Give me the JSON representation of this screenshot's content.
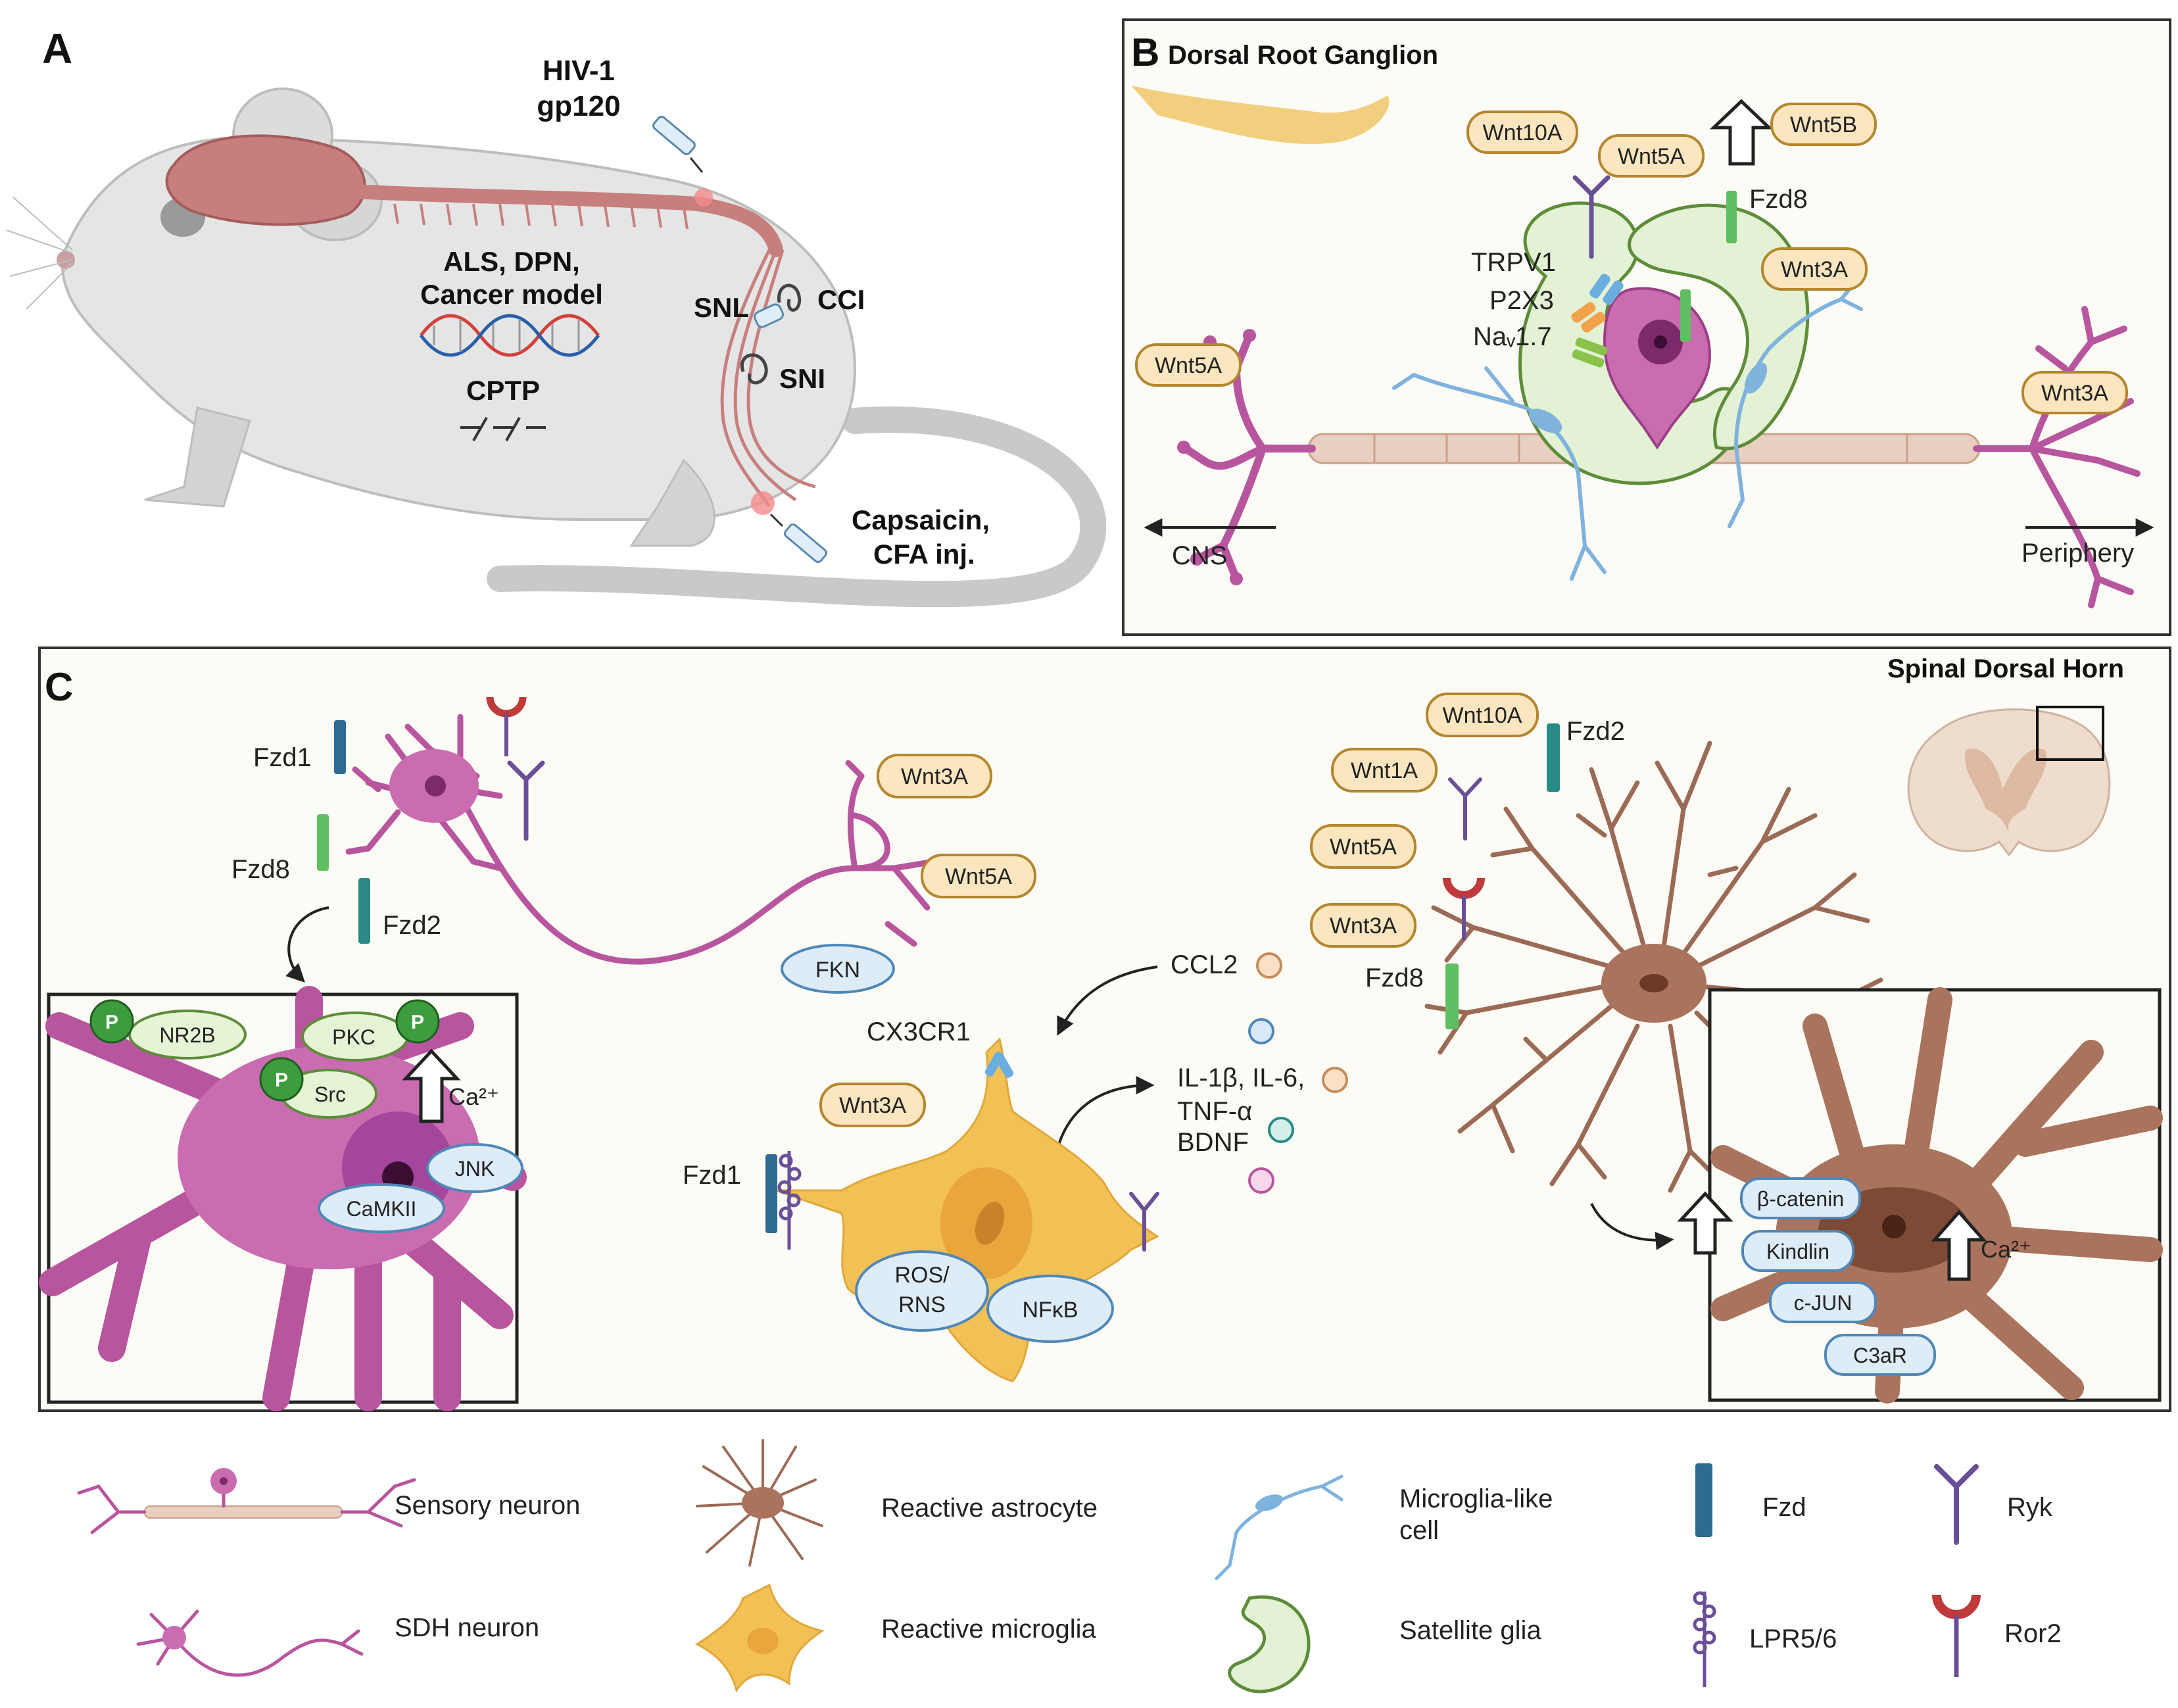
{
  "panels": {
    "a": {
      "letter": "A"
    },
    "b": {
      "letter": "B",
      "title": "Dorsal Root Ganglion"
    },
    "c": {
      "letter": "C",
      "title": "Spinal Dorsal Horn"
    }
  },
  "a": {
    "gp120_line1": "HIV-1",
    "gp120_line2": "gp120",
    "models_line1": "ALS, DPN,",
    "models_line2": "Cancer model",
    "cptp": "CPTP",
    "snl": "SNL",
    "cci": "CCI",
    "sni": "SNI",
    "caps_line1": "Capsaicin,",
    "caps_line2": "CFA inj."
  },
  "b": {
    "wnt10a": "Wnt10A",
    "wnt5a_top": "Wnt5A",
    "wnt5b": "Wnt5B",
    "fzd8": "Fzd8",
    "wnt3a_top": "Wnt3A",
    "trpv1": "TRPV1",
    "p2x3": "P2X3",
    "nav17": "Naᵥ1.7",
    "wnt5a_left": "Wnt5A",
    "wnt3a_right": "Wnt3A",
    "cns": "CNS",
    "periphery": "Periphery"
  },
  "c": {
    "fzd1": "Fzd1",
    "fzd8": "Fzd8",
    "fzd2": "Fzd2",
    "wnt3a": "Wnt3A",
    "wnt5a": "Wnt5A",
    "fkn": "FKN",
    "p": "P",
    "nr2b": "NR2B",
    "pkc": "PKC",
    "src": "Src",
    "ca_left": "Ca²⁺",
    "jnk": "JNK",
    "camkii": "CaMKII",
    "ccl2": "CCL2",
    "cx3cr1": "CX3CR1",
    "micro_wnt3a": "Wnt3A",
    "micro_fzd1": "Fzd1",
    "cytokines_line1": "IL-1β, IL-6,",
    "cytokines_line2": "TNF-α",
    "cytokines_line3": "BDNF",
    "ros_line1": "ROS/",
    "ros_line2": "RNS",
    "nfkb": "NFκB",
    "astro_wnt10a": "Wnt10A",
    "astro_fzd2": "Fzd2",
    "astro_wnt1a": "Wnt1A",
    "astro_wnt5a": "Wnt5A",
    "astro_wnt3a": "Wnt3A",
    "astro_fzd8": "Fzd8",
    "bcatenin": "β-catenin",
    "kindlin": "Kindlin",
    "cjun": "c-JUN",
    "c3ar": "C3aR",
    "ca_right": "Ca²⁺"
  },
  "legend": {
    "sensory_neuron": "Sensory neuron",
    "sdh_neuron": "SDH neuron",
    "reactive_astrocyte": "Reactive astrocyte",
    "reactive_microglia": "Reactive microglia",
    "microglia_like_line1": "Microglia-like",
    "microglia_like_line2": "cell",
    "satellite_glia": "Satellite glia",
    "fzd": "Fzd",
    "lpr56": "LPR5/6",
    "ryk": "Ryk",
    "ror2": "Ror2"
  },
  "colors": {
    "neuron": "#b8559f",
    "neuron_soma": "#c96cb0",
    "astrocyte": "#9b6a56",
    "microglia": "#f2c155",
    "satellite_glia": "#e3f1d4",
    "glia_outline": "#5e8c3a",
    "microglia_like": "#7fb3dd",
    "wnt_fill": "#fbe6bf",
    "wnt_stroke": "#b48630",
    "fzd_blue": "#2f6a92",
    "fzd_teal": "#2a8a85",
    "fzd_green": "#5fbf62",
    "ryk": "#6a4f97",
    "ror2": "#c0393b",
    "phospho": "#3d9c3d",
    "signal_fill": "#deecf8",
    "signal_stroke": "#4f88b8",
    "panel_bg": "#fcfbf5"
  }
}
